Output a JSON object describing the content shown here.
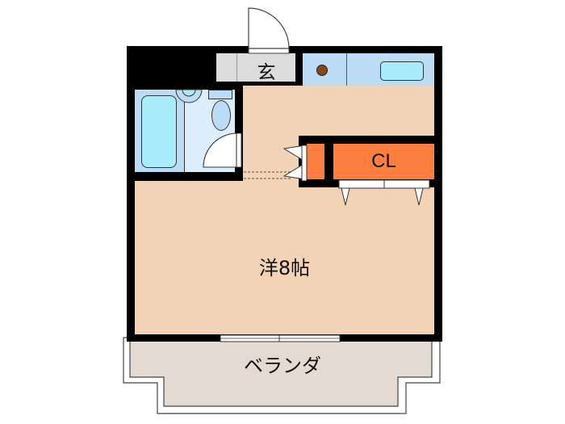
{
  "floorplan": {
    "rooms": {
      "entrance": "玄",
      "main_room": "洋8帖",
      "closet": "CL",
      "balcony": "ベランダ"
    },
    "colors": {
      "wall": "#000000",
      "room_floor": "#f3d3b6",
      "entrance_floor": "#dcdcdc",
      "kitchen_floor": "#bcdcf6",
      "bath_floor": "#bcdcf6",
      "washroom_floor": "#dceefc",
      "bathtub": "#a9ecfb",
      "closet": "#fe7f3f",
      "balcony": "#e4dad2",
      "stove_burner": "#8b4513"
    }
  }
}
